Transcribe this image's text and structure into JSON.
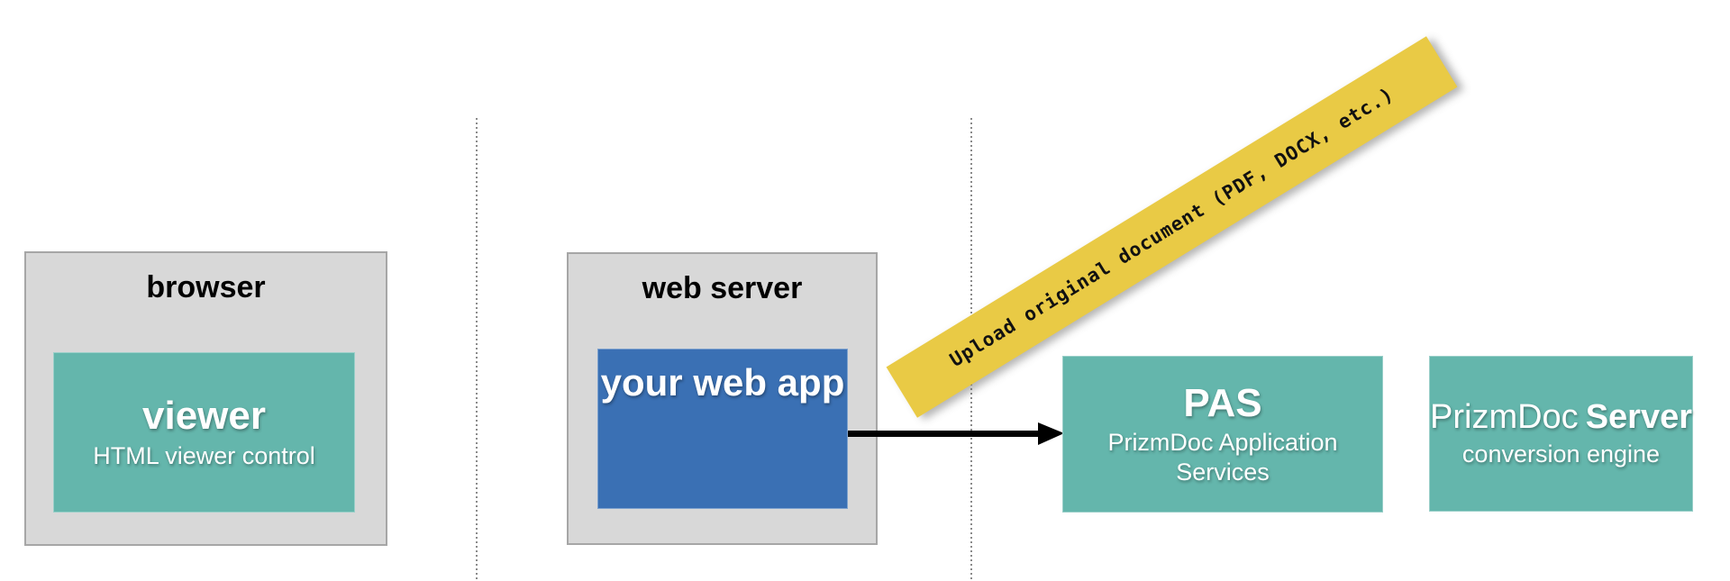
{
  "diagram": {
    "banner": {
      "label": "Upload original document (PDF, DOCX, etc.)"
    },
    "browser": {
      "title": "browser",
      "viewer": {
        "title": "viewer",
        "subtitle": "HTML viewer control"
      }
    },
    "web_server": {
      "title": "web server",
      "web_app": {
        "title": "your web app"
      }
    },
    "pas": {
      "title": "PAS",
      "subtitle": "PrizmDoc Application Services"
    },
    "prizmdoc_server": {
      "title_regular": "PrizmDoc",
      "title_bold": "Server",
      "subtitle": "conversion engine"
    },
    "colors": {
      "teal": "#64b6ac",
      "blue": "#3a70b4",
      "yellow": "#e9ca45",
      "container_fill": "#d8d8d8",
      "container_border": "#a6a6a6",
      "arrow_black": "#000000",
      "divider_gray": "#8a8a8a"
    }
  }
}
